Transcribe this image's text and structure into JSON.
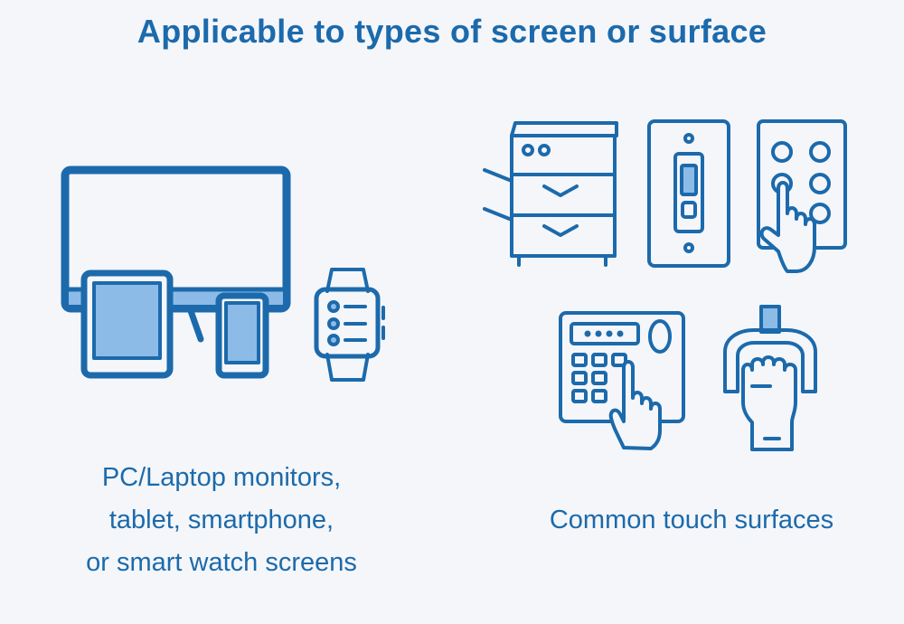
{
  "title": "Applicable to types of screen or surface",
  "left_caption": {
    "line1": "PC/Laptop monitors,",
    "line2": "tablet, smartphone,",
    "line3": "or smart watch screens"
  },
  "right_caption": "Common touch surfaces",
  "icons": {
    "devices": "monitor-tablet-phone-icon",
    "watch": "smartwatch-icon",
    "printer": "printer-copier-icon",
    "switch": "light-switch-icon",
    "elevator": "elevator-buttons-icon",
    "keypad": "keypad-scanner-icon",
    "handle": "door-handle-icon"
  },
  "colors": {
    "primary": "#1c6aab",
    "light_fill": "#8cbbe8",
    "background": "#f4f6fa"
  }
}
